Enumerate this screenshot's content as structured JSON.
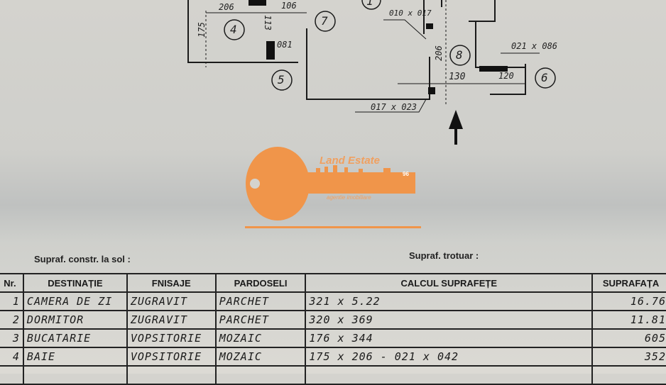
{
  "floor_plan": {
    "room_numbers": [
      "1",
      "4",
      "7",
      "5",
      "8",
      "6"
    ],
    "dimensions": [
      "206",
      "106",
      "175",
      "113",
      "081",
      "010 x 017",
      "206",
      "021 x 086",
      "130",
      "120",
      "017 x 023"
    ],
    "entrance_arrow": "entrance-arrow-icon"
  },
  "watermark": {
    "brand": "Land Estate",
    "tagline": "agentie imobiliare",
    "badge": "96",
    "color": "#f0954a"
  },
  "labels": {
    "built_area": "Supraf. constr. la sol :",
    "sidewalk": "Supraf. trotuar :"
  },
  "table": {
    "headers": [
      "Nr.",
      "DESTINAȚIE",
      "FNISAJE",
      "PARDOSELI",
      "CALCUL SUPRAFEȚE",
      "SUPRAFAȚA"
    ],
    "rows": [
      [
        "1",
        "CAMERA DE ZI",
        "ZUGRAVIT",
        "PARCHET",
        "321 x 5.22",
        "16.76"
      ],
      [
        "2",
        "DORMITOR",
        "ZUGRAVIT",
        "PARCHET",
        "320 x 369",
        "11.81"
      ],
      [
        "3",
        "BUCATARIE",
        "VOPSITORIE",
        "MOZAIC",
        "176 x 344",
        "605"
      ],
      [
        "4",
        "BAIE",
        "VOPSITORIE",
        "MOZAIC",
        "175 x 206 - 021 x 042",
        "352"
      ]
    ]
  }
}
